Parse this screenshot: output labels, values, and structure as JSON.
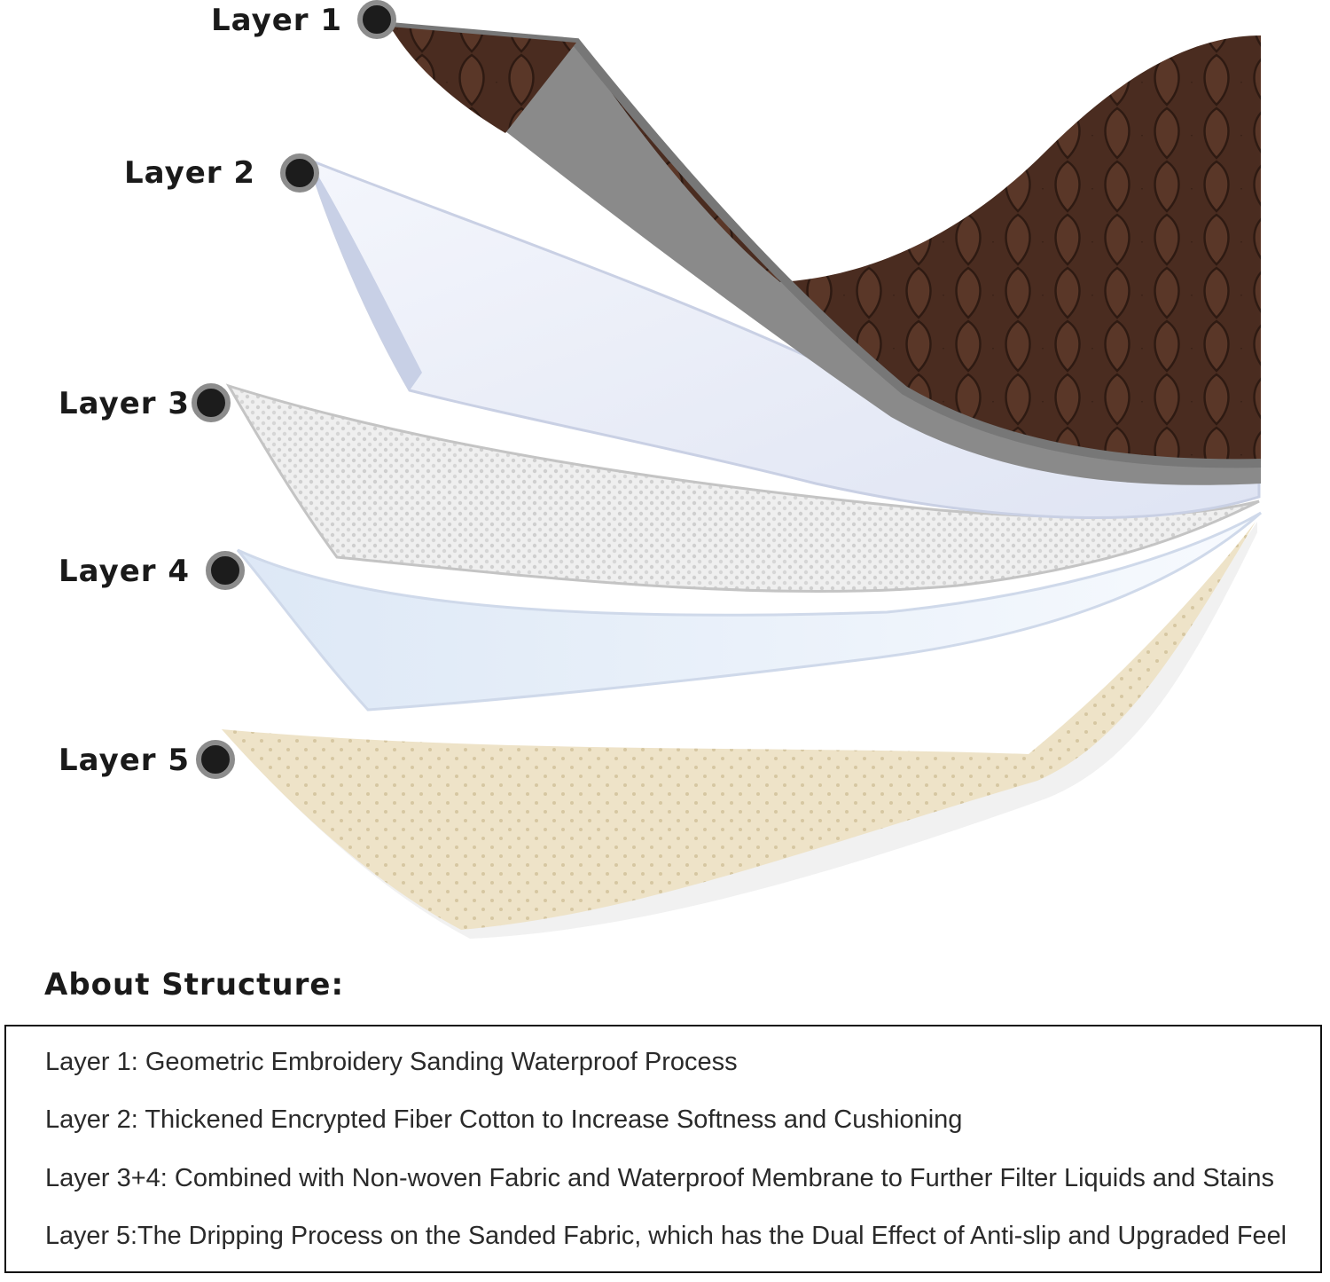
{
  "layers": [
    {
      "label": "Layer 1",
      "color": "#4a2c20"
    },
    {
      "label": "Layer 2",
      "color": "#e6eaf6"
    },
    {
      "label": "Layer 3",
      "color": "#eeeeee"
    },
    {
      "label": "Layer 4",
      "color": "#eaf1fb"
    },
    {
      "label": "Layer 5",
      "color": "#eee3c8"
    }
  ],
  "section_title": "About Structure:",
  "descriptions": [
    "Layer 1: Geometric Embroidery Sanding Waterproof Process",
    "Layer 2: Thickened Encrypted Fiber Cotton to Increase Softness and Cushioning",
    "Layer 3+4: Combined with Non-woven Fabric and Waterproof Membrane to Further Filter Liquids and Stains",
    "Layer 5:The Dripping Process on the Sanded Fabric, which has the Dual Effect of Anti-slip and Upgraded Feel"
  ]
}
